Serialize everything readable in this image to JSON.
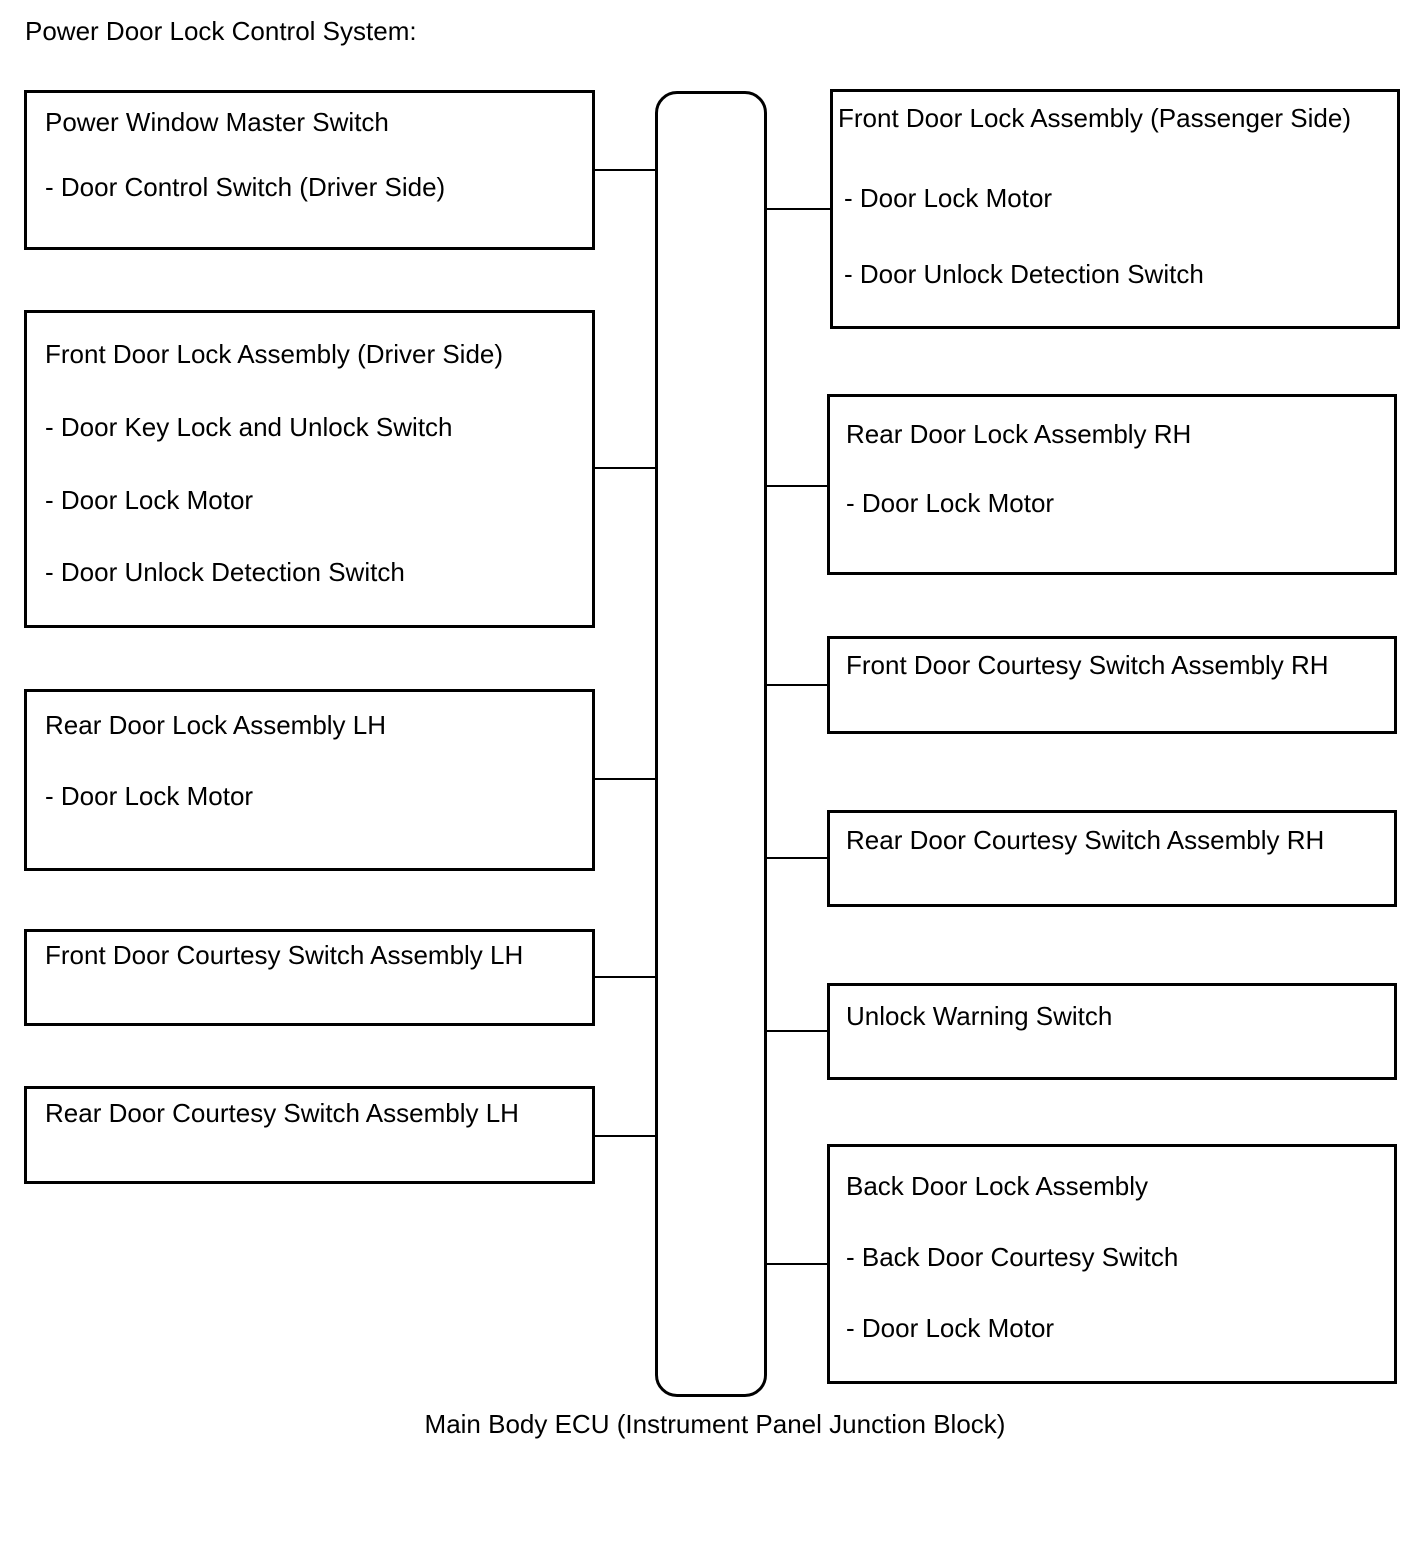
{
  "title": "Power Door Lock Control System:",
  "ecu_label": "Main Body ECU (Instrument Panel Junction Block)",
  "left_boxes": [
    {
      "lines": [
        "Power Window Master Switch",
        "- Door Control Switch (Driver Side)"
      ]
    },
    {
      "lines": [
        "Front Door Lock Assembly (Driver Side)",
        "- Door Key Lock and Unlock Switch",
        "- Door Lock Motor",
        "- Door Unlock Detection Switch"
      ]
    },
    {
      "lines": [
        "Rear Door Lock Assembly LH",
        "- Door Lock Motor"
      ]
    },
    {
      "lines": [
        "Front Door Courtesy Switch Assembly LH"
      ]
    },
    {
      "lines": [
        "Rear Door Courtesy Switch Assembly LH"
      ]
    }
  ],
  "right_boxes": [
    {
      "lines": [
        "Front Door Lock Assembly (Passenger Side)",
        "- Door Lock Motor",
        "- Door Unlock Detection Switch"
      ]
    },
    {
      "lines": [
        "Rear Door Lock Assembly RH",
        "- Door Lock Motor"
      ]
    },
    {
      "lines": [
        "Front Door Courtesy Switch Assembly RH"
      ]
    },
    {
      "lines": [
        "Rear Door Courtesy Switch Assembly RH"
      ]
    },
    {
      "lines": [
        "Unlock Warning Switch"
      ]
    },
    {
      "lines": [
        "Back Door Lock Assembly",
        "- Back Door Courtesy Switch",
        "- Door Lock Motor"
      ]
    }
  ]
}
